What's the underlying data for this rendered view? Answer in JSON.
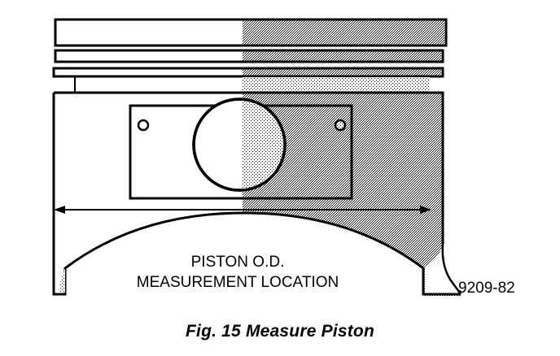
{
  "diagram": {
    "measurement_label_line1": "PISTON O.D.",
    "measurement_label_line2": "MEASUREMENT LOCATION",
    "figure_code": "9209-82"
  },
  "caption": "Fig. 15 Measure Piston",
  "colors": {
    "ink": "#000000",
    "paper": "#ffffff",
    "shade": "#9a9a9a"
  }
}
